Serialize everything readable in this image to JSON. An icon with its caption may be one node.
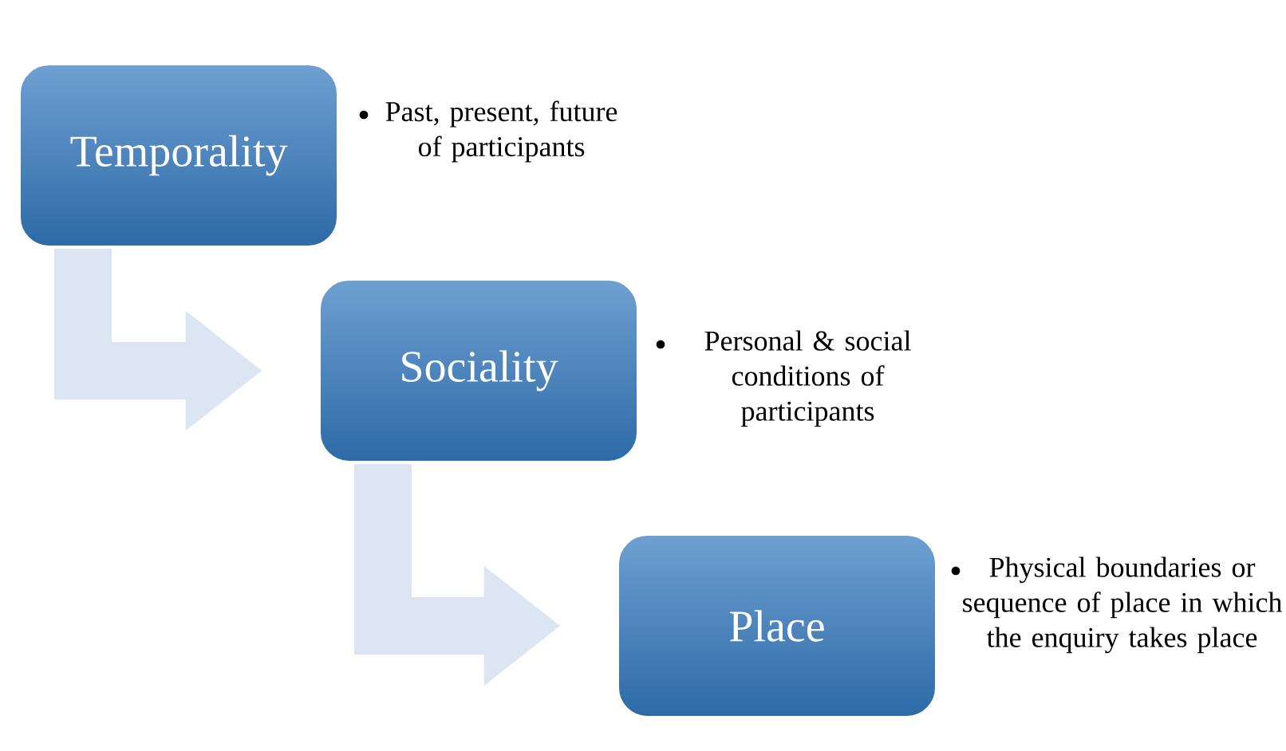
{
  "diagram": {
    "nodes": [
      {
        "text": [
          "Temporality"
        ],
        "beside": [
          "Past, present, future of participants"
        ]
      },
      {
        "text": [
          "Sociality"
        ],
        "beside": [
          "Personal & social conditions of participants"
        ]
      },
      {
        "text": [
          "Place"
        ],
        "beside": [
          "Physical boundaries or sequence of place in which the enquiry takes place"
        ]
      }
    ],
    "edges": [
      {
        "from": 0,
        "to": 1,
        "arrow": "to"
      },
      {
        "from": 1,
        "to": 2,
        "arrow": "to"
      }
    ]
  }
}
